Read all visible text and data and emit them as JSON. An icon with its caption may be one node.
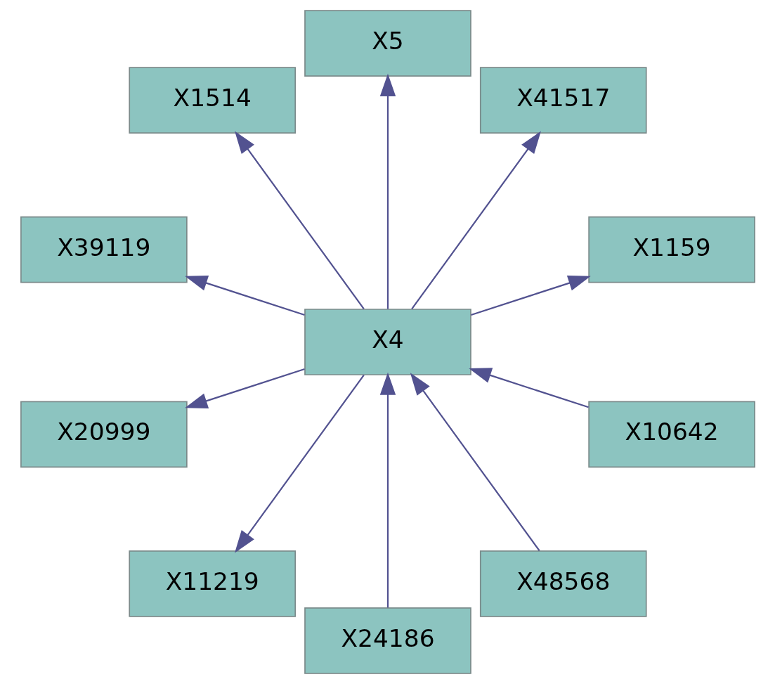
{
  "diagram": {
    "nodes": [
      {
        "text": [
          "X24186"
        ]
      },
      {
        "text": [
          "X48568"
        ]
      },
      {
        "text": [
          "X10642"
        ]
      },
      {
        "text": [
          "X4"
        ]
      },
      {
        "text": [
          "X1159"
        ]
      },
      {
        "text": [
          "X41517"
        ]
      },
      {
        "text": [
          "X5"
        ]
      },
      {
        "text": [
          "X1514"
        ]
      },
      {
        "text": [
          "X39119"
        ]
      },
      {
        "text": [
          "X20999"
        ]
      },
      {
        "text": [
          "X11219"
        ]
      }
    ],
    "edges": [
      {
        "from": 0,
        "to": 3,
        "arrow": "to"
      },
      {
        "from": 1,
        "to": 3,
        "arrow": "to"
      },
      {
        "from": 2,
        "to": 3,
        "arrow": "to"
      },
      {
        "from": 3,
        "to": 4,
        "arrow": "to"
      },
      {
        "from": 3,
        "to": 5,
        "arrow": "to"
      },
      {
        "from": 3,
        "to": 6,
        "arrow": "to"
      },
      {
        "from": 3,
        "to": 7,
        "arrow": "to"
      },
      {
        "from": 3,
        "to": 8,
        "arrow": "to"
      },
      {
        "from": 3,
        "to": 9,
        "arrow": "to"
      },
      {
        "from": 3,
        "to": 10,
        "arrow": "to"
      }
    ]
  }
}
